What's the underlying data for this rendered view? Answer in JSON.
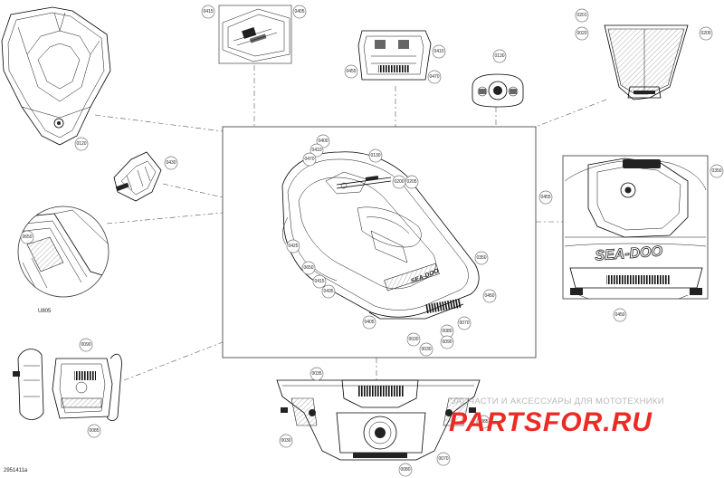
{
  "diagram_id": "2951411a",
  "detail_label": "U805",
  "watermark": {
    "line1": "ЗАПЧАСТИ И АКСЕССУАРЫ ДЛЯ МОТОТЕХНИКИ",
    "line2": "PARTSFOR.RU"
  },
  "brand_text": {
    "hull_left": "SEA-DOO",
    "rear_panel": "SEA-DOO"
  },
  "callouts": {
    "c0415": "0415",
    "c0405_top": "0405",
    "c0410_top": "0410",
    "c0455_top": "0455",
    "c0470_top": "0470",
    "c0130_top": "0130",
    "c0201": "0201",
    "c0020": "0020",
    "c0205_top": "0205",
    "c0120": "0120",
    "c0430": "0430",
    "c0650_left": "0650",
    "c0400": "0400",
    "c0410_mid": "0410",
    "c0470_mid": "0470",
    "c0130_mid": "0130",
    "c0200": "0200",
    "c0205_mid": "0205",
    "c0425": "0425",
    "c0650_mid": "0650",
    "c0415_mid": "0415",
    "c0435": "0435",
    "c0350_mid": "0350",
    "c0450_mid": "0450",
    "c0405_mid": "0405",
    "c0070_mid": "0070",
    "c0080_mid": "0080",
    "c0030_mid": "0030",
    "c0090_mid": "0090",
    "c0030_b": "0030",
    "c0350_right": "0350",
    "c0455_right": "0455",
    "c0450_right": "0450",
    "c0090_left": "0090",
    "c0085": "0085",
    "c0035": "0035",
    "c0030_bot": "0030",
    "c0080_bot": "0080",
    "c0070_bot": "0070",
    "c0085_bot": "0085"
  }
}
